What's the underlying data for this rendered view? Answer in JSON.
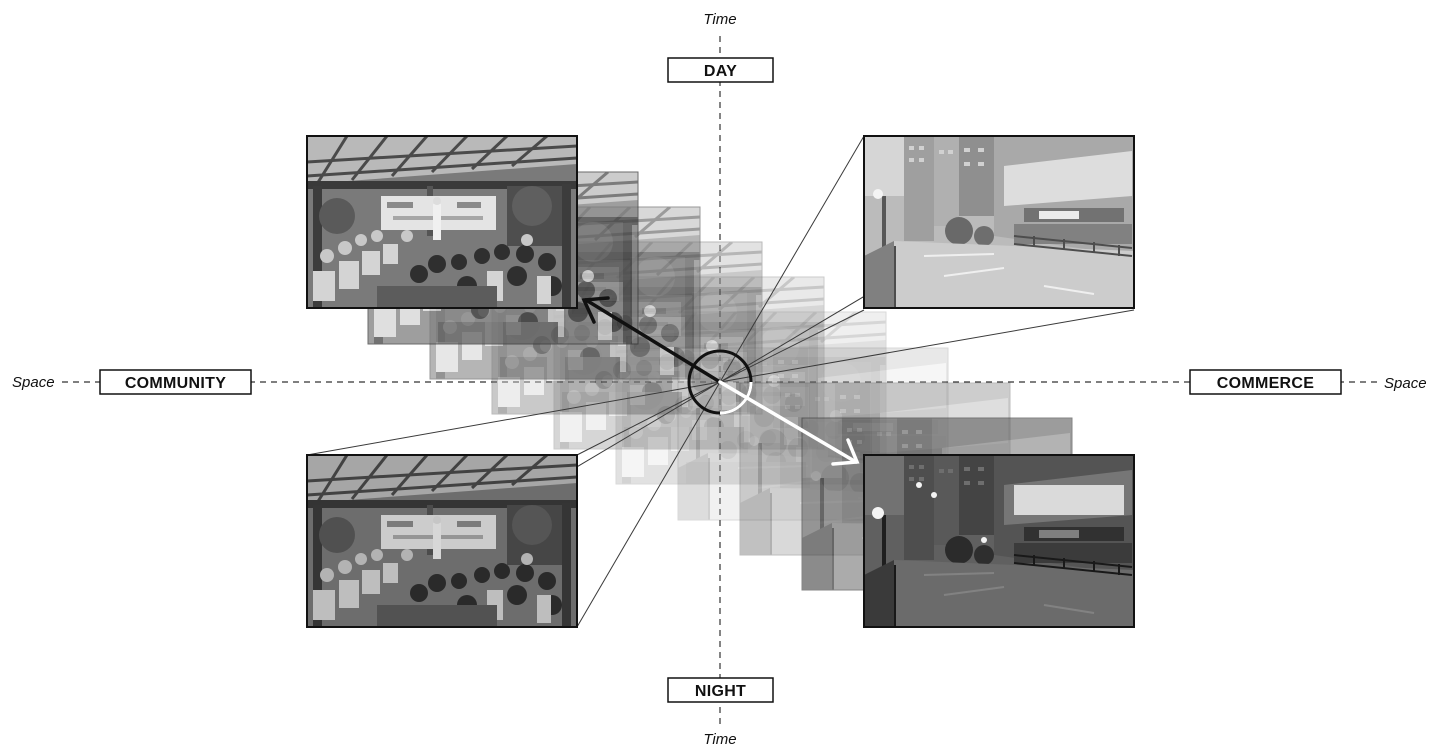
{
  "axes": {
    "time_top": "Time",
    "time_bottom": "Time",
    "space_left": "Space",
    "space_right": "Space"
  },
  "poles": {
    "top": "DAY",
    "bottom": "NIGHT",
    "left": "COMMUNITY",
    "right": "COMMERCE"
  },
  "photos": {
    "community_day": "community gathering under pavilion (day)",
    "community_night": "community gathering under pavilion (night)",
    "commerce_day": "commercial street with shops (day)",
    "commerce_night": "commercial street with neon lights (night)"
  },
  "colors": {
    "ink": "#111111",
    "community_arrow": "#111111",
    "commerce_arrow": "#ffffff",
    "grid_gray": "#888888"
  }
}
